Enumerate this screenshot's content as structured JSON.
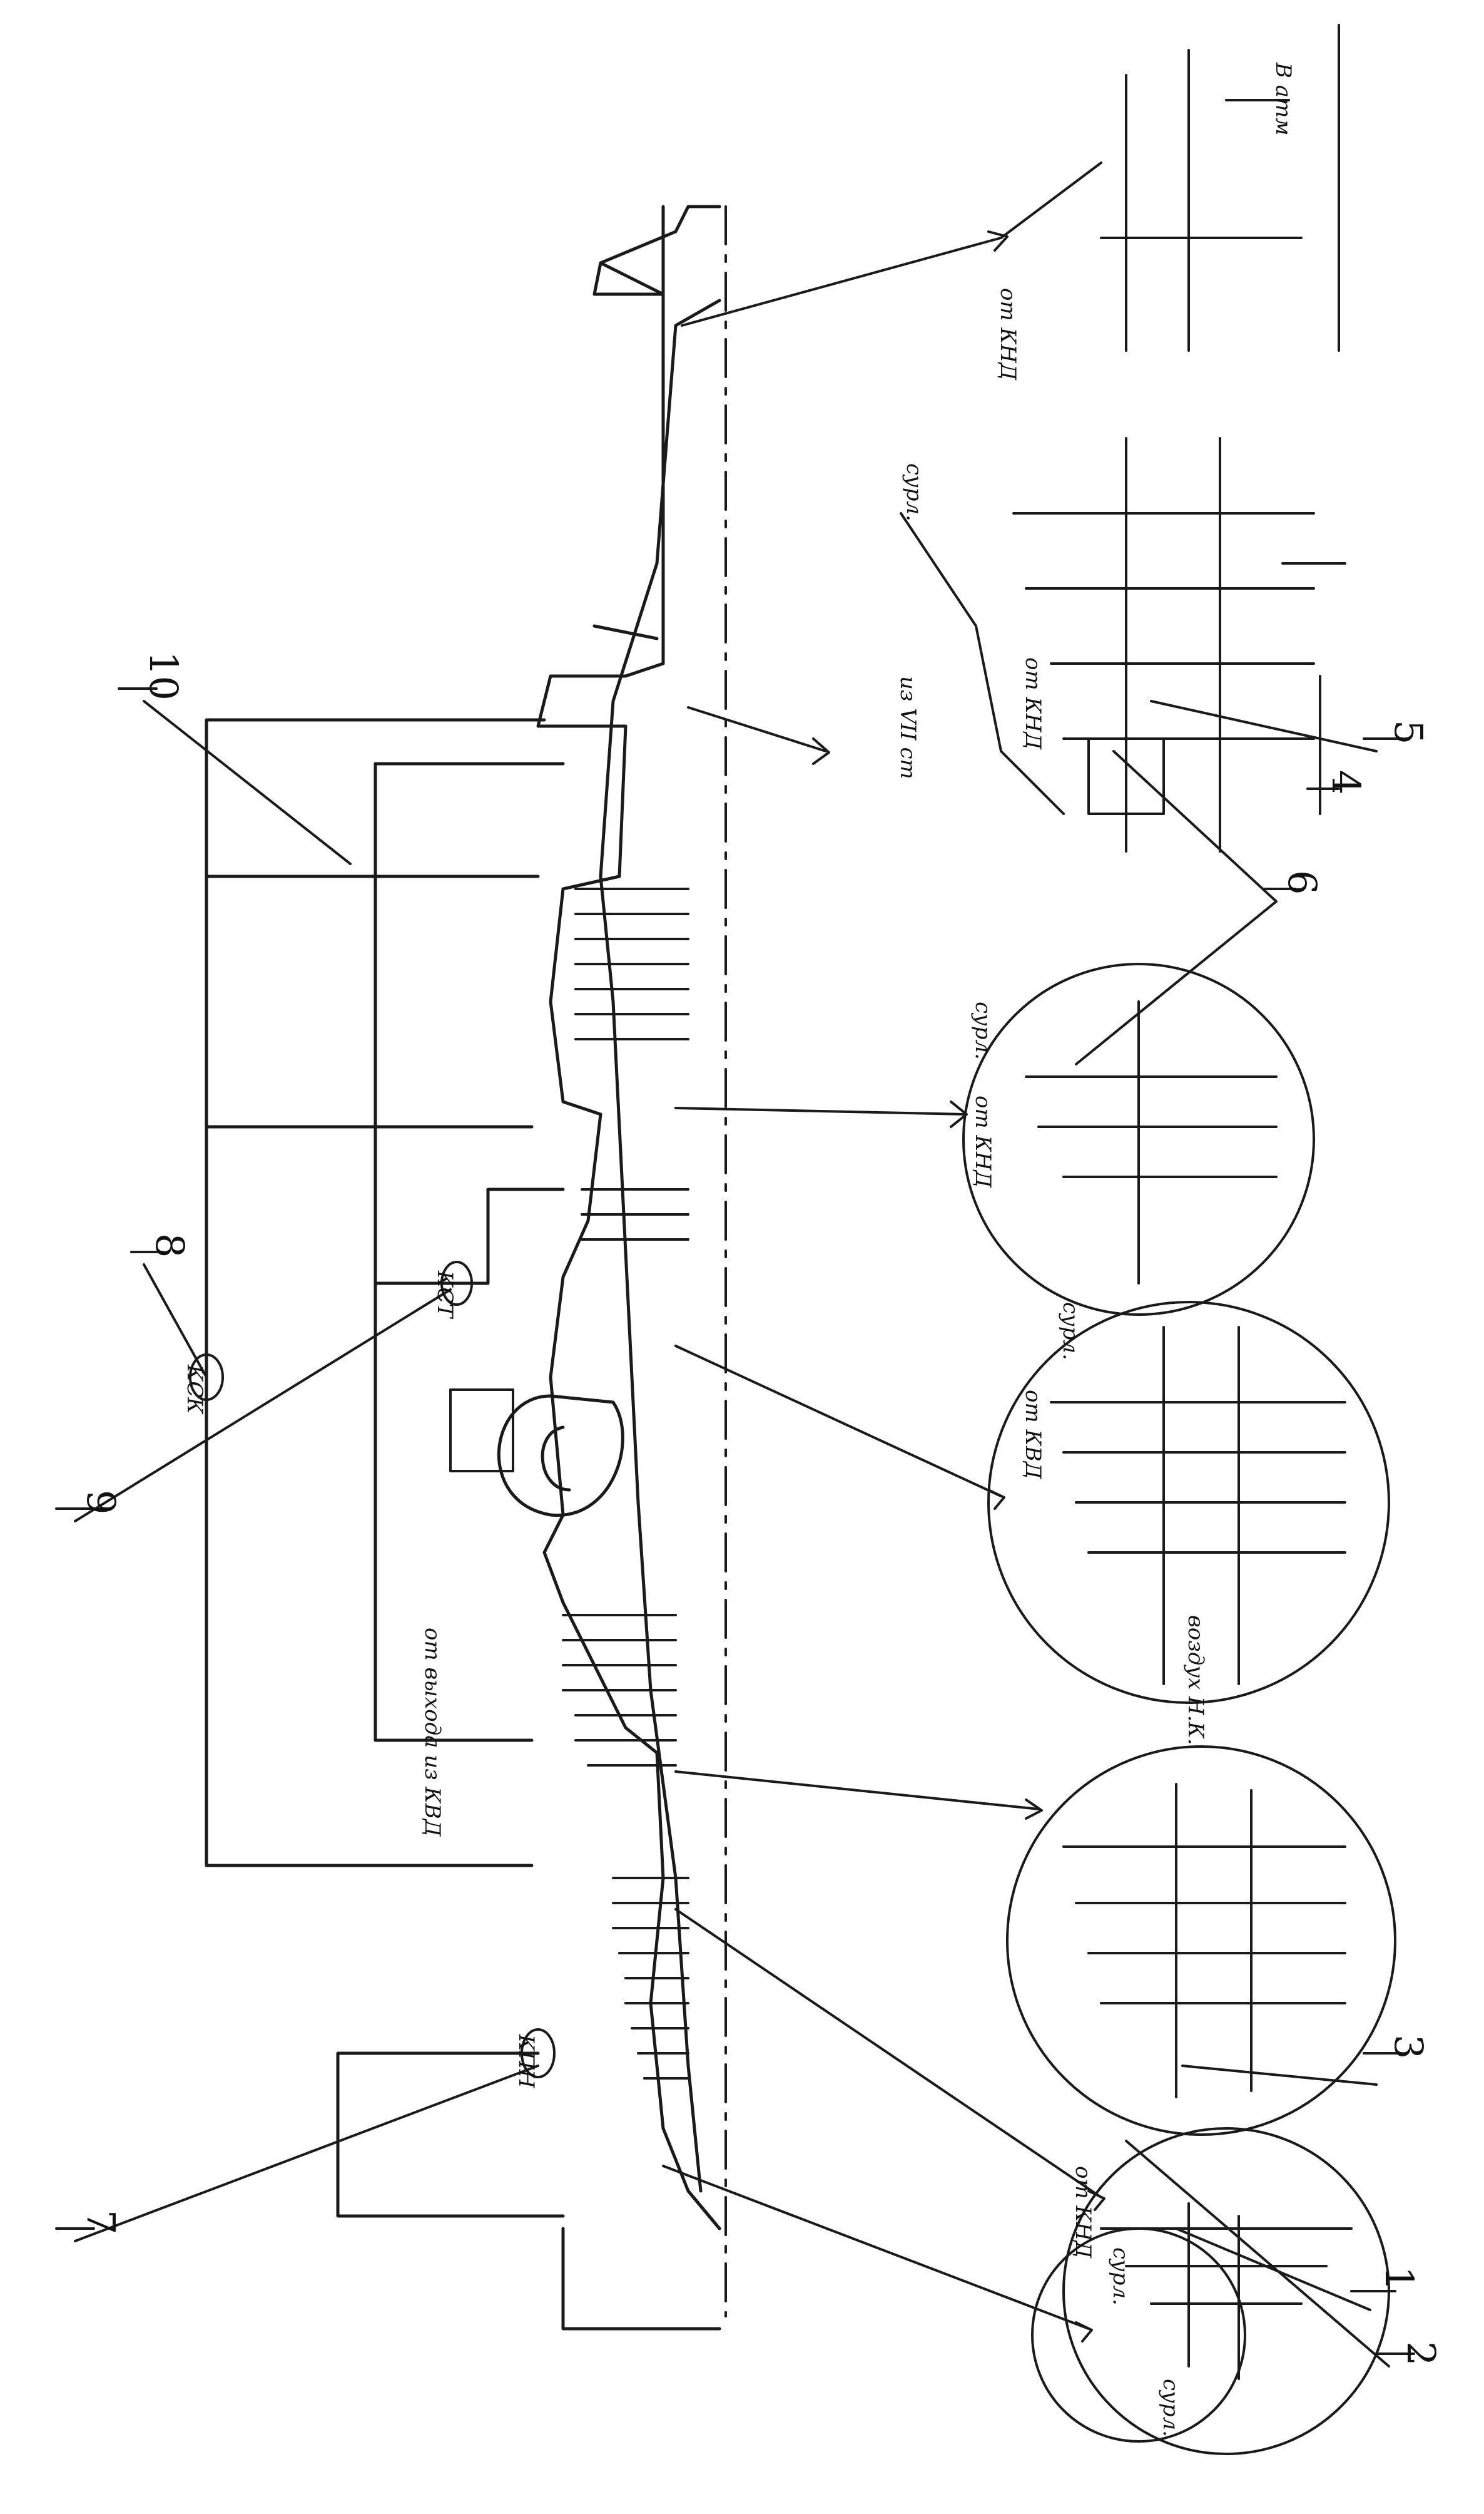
{
  "callouts": [
    {
      "id": "1",
      "text": "1"
    },
    {
      "id": "2",
      "text": "2"
    },
    {
      "id": "3",
      "text": "3"
    },
    {
      "id": "4",
      "text": "4"
    },
    {
      "id": "5",
      "text": "5"
    },
    {
      "id": "6",
      "text": "6"
    },
    {
      "id": "7",
      "text": "7"
    },
    {
      "id": "8",
      "text": "8"
    },
    {
      "id": "9",
      "text": "9"
    },
    {
      "id": "10",
      "text": "10"
    }
  ],
  "annotations": {
    "ksk": "КСК",
    "kst": "КСТ",
    "kpn": "КПН",
    "from_kvd_exit": "от выхода из КВД",
    "to_atm": "В атм",
    "from_knd_a": "от КНД",
    "from_knd_b": "от КНД",
    "from_knd_c": "от КНД",
    "from_knd_d": "от КНД",
    "from_kvd": "от КВД",
    "from_vii_stage": "из VII ст",
    "air_nk": "воздух Н.К.",
    "sufl_a": "сурл.",
    "sufl_b": "сурл.",
    "sufl_c": "сурл.",
    "sufl_d": "сурл.",
    "sufl_e": "сурл."
  },
  "colors": {
    "ink": "#1a1a1a",
    "paper": "#ffffff"
  }
}
